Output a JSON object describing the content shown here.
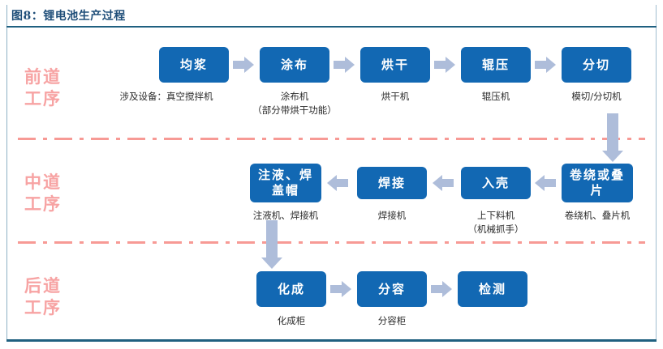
{
  "figure": {
    "title": "图8：锂电池生产过程",
    "accent_blue": "#1268b3",
    "accent_navy": "#1f4e79",
    "arrow_color": "#aebdda",
    "stage_label_color": "#f7a3a3",
    "separator_color": "#f79a95"
  },
  "stages": [
    {
      "label": "前道\n工序"
    },
    {
      "label": "中道\n工序"
    },
    {
      "label": "后道\n工序"
    }
  ],
  "rows": {
    "front": {
      "equipment_prefix": "涉及设备：",
      "steps": [
        {
          "name": "均浆",
          "equipment": "涉及设备：真空搅拌机"
        },
        {
          "name": "涂布",
          "equipment": "涂布机\n（部分带烘干功能）"
        },
        {
          "name": "烘干",
          "equipment": "烘干机"
        },
        {
          "name": "辊压",
          "equipment": "辊压机"
        },
        {
          "name": "分切",
          "equipment": "模切/分切机"
        }
      ]
    },
    "middle": {
      "steps": [
        {
          "name": "注液、焊\n盖帽",
          "equipment": "注液机、焊接机"
        },
        {
          "name": "焊接",
          "equipment": "焊接机"
        },
        {
          "name": "入壳",
          "equipment": "上下料机\n（机械抓手）"
        },
        {
          "name": "卷绕或叠\n片",
          "equipment": "卷绕机、叠片机"
        }
      ]
    },
    "back": {
      "steps": [
        {
          "name": "化成",
          "equipment": "化成柜"
        },
        {
          "name": "分容",
          "equipment": "分容柜"
        },
        {
          "name": "检测",
          "equipment": ""
        }
      ]
    }
  }
}
